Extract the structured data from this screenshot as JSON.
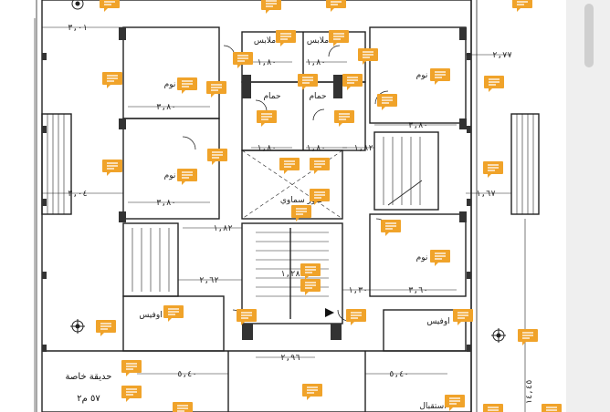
{
  "labels": {
    "closet_left": "ملابس",
    "closet_right": "ملابس",
    "bath_left": "حمام",
    "bath_right": "حمام",
    "bed_tl": "نوم",
    "bed_ml": "نوم",
    "bed_tr": "نوم",
    "bed_mr": "نوم",
    "office_left": "اوفيس",
    "office_right": "اوفيس",
    "light_well": "منور سماوي",
    "garden_line1": "حديقة خاصة",
    "garden_line2": "٥٧ م٢",
    "reception": "استقبال"
  },
  "dims": {
    "d1": "٣,٠١",
    "d2": "٢,٧٧",
    "d3": "١,٨٠",
    "d4": "١,٨٠",
    "d5": "٣,٨٠",
    "d6": "٣,٨٠",
    "d7": "٣,٨٠",
    "d8": "١,٨٠",
    "d9": "١,٨٠",
    "d10": "١,٨٢",
    "d11": "٣,٠٤",
    "d12": "١,٦٧",
    "d13": "١,٨٢",
    "d14": "٢,٦٢",
    "d15": "١,٣٠",
    "d16": "٣,٦٠",
    "d17": "٢,٩٦",
    "d18": "٥,٤٠",
    "d19": "٥,٤٠",
    "d20": "١٤,٤٥",
    "d21": "١,٢٨"
  },
  "colors": {
    "comment": "#f0a32a",
    "line": "#222222"
  },
  "comment_icon_name": "comment-icon"
}
